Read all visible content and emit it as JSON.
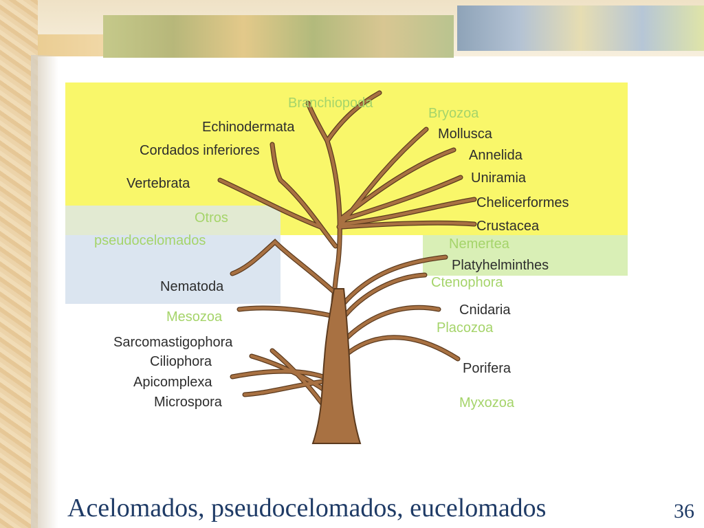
{
  "title": "Acelomados, pseudocelomados, eucelomados",
  "slide_number": "36",
  "colors": {
    "eucelomados_box": "#f9f76a",
    "pseudocelomados_box": "#e2ead2",
    "pseudocelomados_lower": "#dbe5f0",
    "acelomados_box": "#d9efb6",
    "trunk": "#a87142",
    "trunk_outline": "#5b3a1e",
    "dark_label": "#2d2d2d",
    "light_label": "#a5d46a",
    "title": "#1f3b66"
  },
  "labels": {
    "branchiopoda": "Branchiopoda",
    "bryozoa": "Bryozoa",
    "echinodermata": "Echinodermata",
    "mollusca": "Mollusca",
    "cordados": "Cordados inferiores",
    "annelida": "Annelida",
    "vertebrata": "Vertebrata",
    "uniramia": "Uniramia",
    "chelicerformes": "Chelicerformes",
    "otros": "Otros",
    "pseudocelomados": "pseudocelomados",
    "crustacea": "Crustacea",
    "nemertea": "Nemertea",
    "platyhelminthes": "Platyhelminthes",
    "nematoda": "Nematoda",
    "ctenophora": "Ctenophora",
    "cnidaria": "Cnidaria",
    "mesozoa": "Mesozoa",
    "placozoa": "Placozoa",
    "sarcomastigophora": "Sarcomastigophora",
    "ciliophora": "Ciliophora",
    "porifera": "Porifera",
    "apicomplexa": "Apicomplexa",
    "microspora": "Microspora",
    "myxozoa": "Myxozoa"
  }
}
